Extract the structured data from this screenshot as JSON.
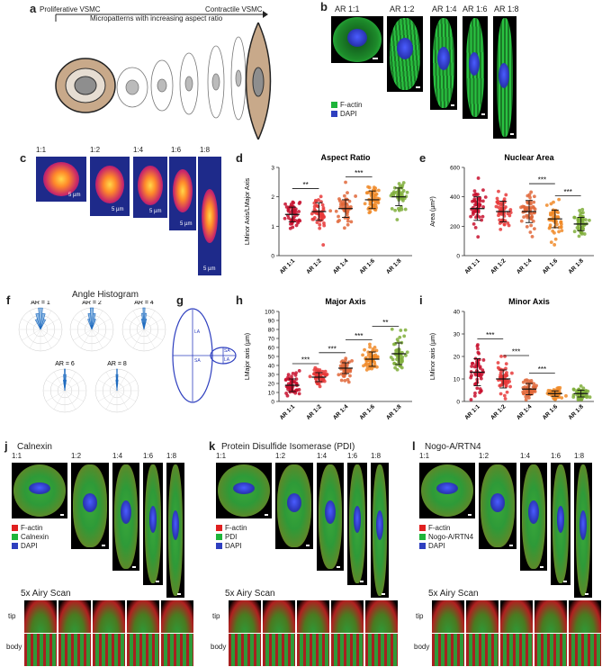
{
  "panels": {
    "a": {
      "label": "a",
      "left_title": "Proliferative VSMC",
      "right_title": "Contractile VSMC",
      "arrow_caption": "Micropatterns with increasing aspect ratio"
    },
    "b": {
      "label": "b",
      "columns": [
        "AR 1:1",
        "AR 1:2",
        "AR 1:4",
        "AR 1:6",
        "AR 1:8"
      ],
      "legend": [
        {
          "name": "F-actin",
          "color": "#1db53a"
        },
        {
          "name": "DAPI",
          "color": "#2e3fbf"
        }
      ]
    },
    "c": {
      "label": "c",
      "columns": [
        "1:1",
        "1:2",
        "1:4",
        "1:6",
        "1:8"
      ],
      "scale": "5 µm"
    },
    "d": {
      "label": "d"
    },
    "e": {
      "label": "e"
    },
    "f": {
      "label": "f",
      "title": "Angle Histogram",
      "polars": [
        "AR = 1",
        "AR = 2",
        "AR = 4",
        "AR = 6",
        "AR = 8"
      ]
    },
    "g": {
      "label": "g",
      "la": "LA",
      "sa": "SA"
    },
    "h": {
      "label": "h"
    },
    "i": {
      "label": "i"
    },
    "j": {
      "label": "j",
      "title": "Calnexin",
      "columns": [
        "1:1",
        "1:2",
        "1:4",
        "1:6",
        "1:8"
      ],
      "legend": [
        {
          "name": "F-actin",
          "color": "#e02020"
        },
        {
          "name": "Calnexin",
          "color": "#1db53a"
        },
        {
          "name": "DAPI",
          "color": "#2e3fbf"
        }
      ],
      "airy": "5x Airy Scan",
      "tip": "tip",
      "body": "body"
    },
    "k": {
      "label": "k",
      "title": "Protein Disulfide Isomerase (PDI)",
      "columns": [
        "1:1",
        "1:2",
        "1:4",
        "1:6",
        "1:8"
      ],
      "legend": [
        {
          "name": "F-actin",
          "color": "#e02020"
        },
        {
          "name": "PDI",
          "color": "#1db53a"
        },
        {
          "name": "DAPI",
          "color": "#2e3fbf"
        }
      ],
      "airy": "5x Airy Scan",
      "tip": "tip",
      "body": "body"
    },
    "l": {
      "label": "l",
      "title": "Nogo-A/RTN4",
      "columns": [
        "1:1",
        "1:2",
        "1:4",
        "1:6",
        "1:8"
      ],
      "legend": [
        {
          "name": "F-actin",
          "color": "#e02020"
        },
        {
          "name": "Nogo-A/RTN4",
          "color": "#1db53a"
        },
        {
          "name": "DAPI",
          "color": "#2e3fbf"
        }
      ],
      "airy": "5x Airy Scan",
      "tip": "tip",
      "body": "body"
    }
  },
  "chart_data": [
    {
      "id": "d",
      "type": "scatter",
      "title": "Aspect Ratio",
      "ylabel": "LMinor Axis/LMajor Axis",
      "categories": [
        "AR 1:1",
        "AR 1:2",
        "AR 1:4",
        "AR 1:6",
        "AR 1:8"
      ],
      "ylim": [
        0,
        3
      ],
      "yticks": [
        0,
        1,
        2,
        3
      ],
      "means": [
        1.4,
        1.5,
        1.6,
        1.9,
        2.0
      ],
      "sd": [
        0.25,
        0.3,
        0.3,
        0.3,
        0.3
      ],
      "colors": [
        "#c8102e",
        "#e83a3a",
        "#e0673a",
        "#f08a28",
        "#7fae3a"
      ],
      "significance": [
        {
          "from": 0,
          "to": 1,
          "label": "**"
        },
        {
          "from": 2,
          "to": 3,
          "label": "***"
        }
      ]
    },
    {
      "id": "e",
      "type": "scatter",
      "title": "Nuclear Area",
      "ylabel": "Area (µm²)",
      "categories": [
        "AR 1:1",
        "AR 1:2",
        "AR 1:4",
        "AR 1:6",
        "AR 1:8"
      ],
      "ylim": [
        0,
        600
      ],
      "yticks": [
        0,
        200,
        400,
        600
      ],
      "means": [
        320,
        300,
        300,
        250,
        215
      ],
      "sd": [
        80,
        70,
        75,
        60,
        45
      ],
      "colors": [
        "#c8102e",
        "#e83a3a",
        "#e0673a",
        "#f08a28",
        "#7fae3a"
      ],
      "significance": [
        {
          "from": 2,
          "to": 3,
          "label": "***"
        },
        {
          "from": 3,
          "to": 4,
          "label": "***"
        }
      ]
    },
    {
      "id": "h",
      "type": "scatter",
      "title": "Major Axis",
      "ylabel": "LMajor axis (µm)",
      "categories": [
        "AR 1:1",
        "AR 1:2",
        "AR 1:4",
        "AR 1:6",
        "AR 1:8"
      ],
      "ylim": [
        0,
        100
      ],
      "yticks": [
        0,
        10,
        20,
        30,
        40,
        50,
        60,
        70,
        80,
        90,
        100
      ],
      "means": [
        18,
        27,
        37,
        47,
        53
      ],
      "sd": [
        7,
        5,
        6,
        8,
        12
      ],
      "colors": [
        "#c8102e",
        "#e83a3a",
        "#e0673a",
        "#f08a28",
        "#7fae3a"
      ],
      "significance": [
        {
          "from": 0,
          "to": 1,
          "label": "***"
        },
        {
          "from": 1,
          "to": 2,
          "label": "***"
        },
        {
          "from": 2,
          "to": 3,
          "label": "***"
        },
        {
          "from": 3,
          "to": 4,
          "label": "**"
        }
      ]
    },
    {
      "id": "i",
      "type": "scatter",
      "title": "Minor Axis",
      "ylabel": "LMinor axis (µm)",
      "categories": [
        "AR 1:1",
        "AR 1:2",
        "AR 1:4",
        "AR 1:6",
        "AR 1:8"
      ],
      "ylim": [
        0,
        40
      ],
      "yticks": [
        0,
        10,
        20,
        30,
        40
      ],
      "means": [
        13,
        10,
        5.5,
        3.5,
        3.5
      ],
      "sd": [
        6,
        4,
        2.5,
        1.2,
        1.5
      ],
      "colors": [
        "#c8102e",
        "#e83a3a",
        "#e0673a",
        "#f08a28",
        "#7fae3a"
      ],
      "significance": [
        {
          "from": 0,
          "to": 1,
          "label": "***"
        },
        {
          "from": 1,
          "to": 2,
          "label": "***"
        },
        {
          "from": 2,
          "to": 3,
          "label": "***"
        }
      ]
    }
  ]
}
